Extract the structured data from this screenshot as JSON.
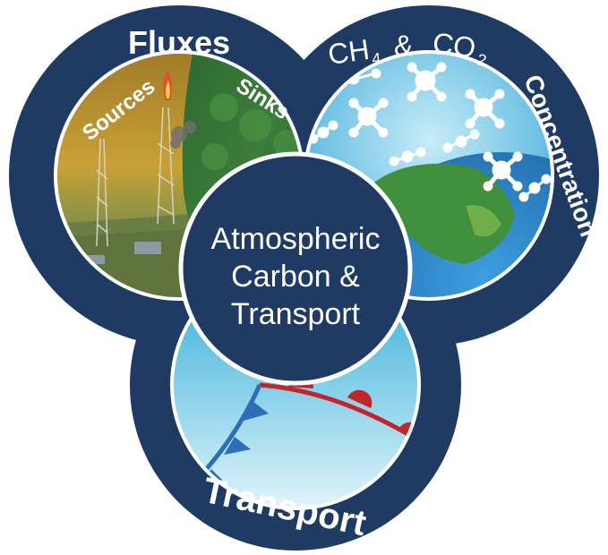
{
  "labels": {
    "fluxes": "Fluxes",
    "sources": "Sources",
    "sinks": "Sinks",
    "ch4": "CH",
    "ch4_sub": "4",
    "amp": "&",
    "co2": "CO",
    "co2_sub": "2",
    "concentration": "Concentration",
    "transport": "Transport",
    "center_line1": "Atmospheric",
    "center_line2": "Carbon &",
    "center_line3": "Transport"
  },
  "colors": {
    "navy": "#1f3a63",
    "ring_white": "#ffffff",
    "front_red": "#c0272d",
    "front_blue": "#2c6fb7",
    "sky_top": "#27a9d8",
    "sky_bottom": "#e8f7fb"
  }
}
